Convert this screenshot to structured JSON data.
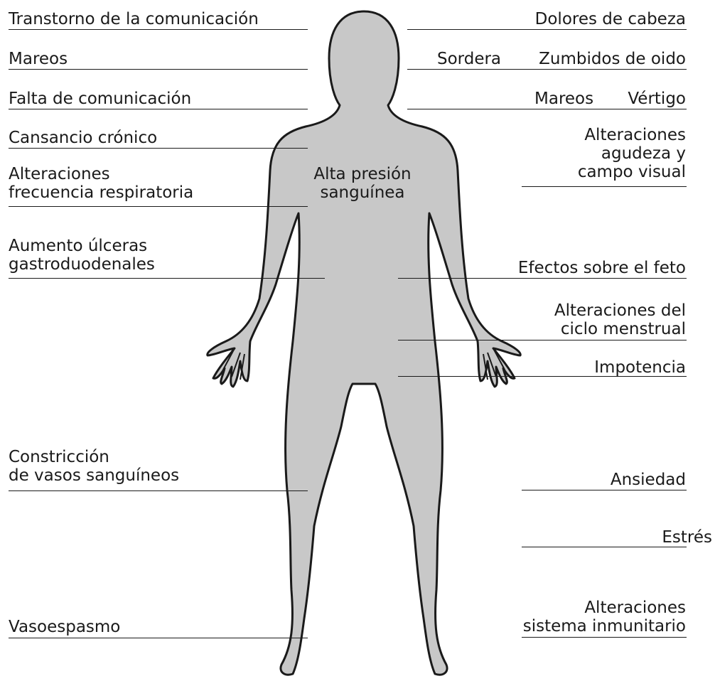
{
  "title": "",
  "center_label": [
    "Alta presión",
    "sanguínea"
  ],
  "colors": {
    "body": "#c8c8c8",
    "outline": "#1a1a1a",
    "text": "#1a1a1a"
  },
  "left_labels": [
    [
      "Transtorno de la comunicación"
    ],
    [
      "Mareos"
    ],
    [
      "Falta de comunicación"
    ],
    [
      "Cansancio crónico"
    ],
    [
      "Alteraciones",
      "frecuencia respiratoria"
    ],
    [
      "Aumento úlceras",
      "gastroduodenales"
    ],
    [
      "Constricción",
      "de vasos sanguíneos"
    ],
    [
      "Vasoespasmo"
    ]
  ],
  "right_labels": {
    "dolores": "Dolores de cabeza",
    "sordera": "Sordera",
    "zumbidos": "Zumbidos de oido",
    "mareos": "Mareos",
    "vertigo": "Vértigo",
    "agudeza": [
      "Alteraciones",
      "agudeza y",
      "campo visual"
    ],
    "feto": "Efectos sobre el feto",
    "ciclo": [
      "Alteraciones del",
      "ciclo menstrual"
    ],
    "impotencia": "Impotencia",
    "ansiedad": "Ansiedad",
    "estres": "Estrés",
    "inmunitario": [
      "Alteraciones",
      "sistema inmunitario"
    ]
  }
}
